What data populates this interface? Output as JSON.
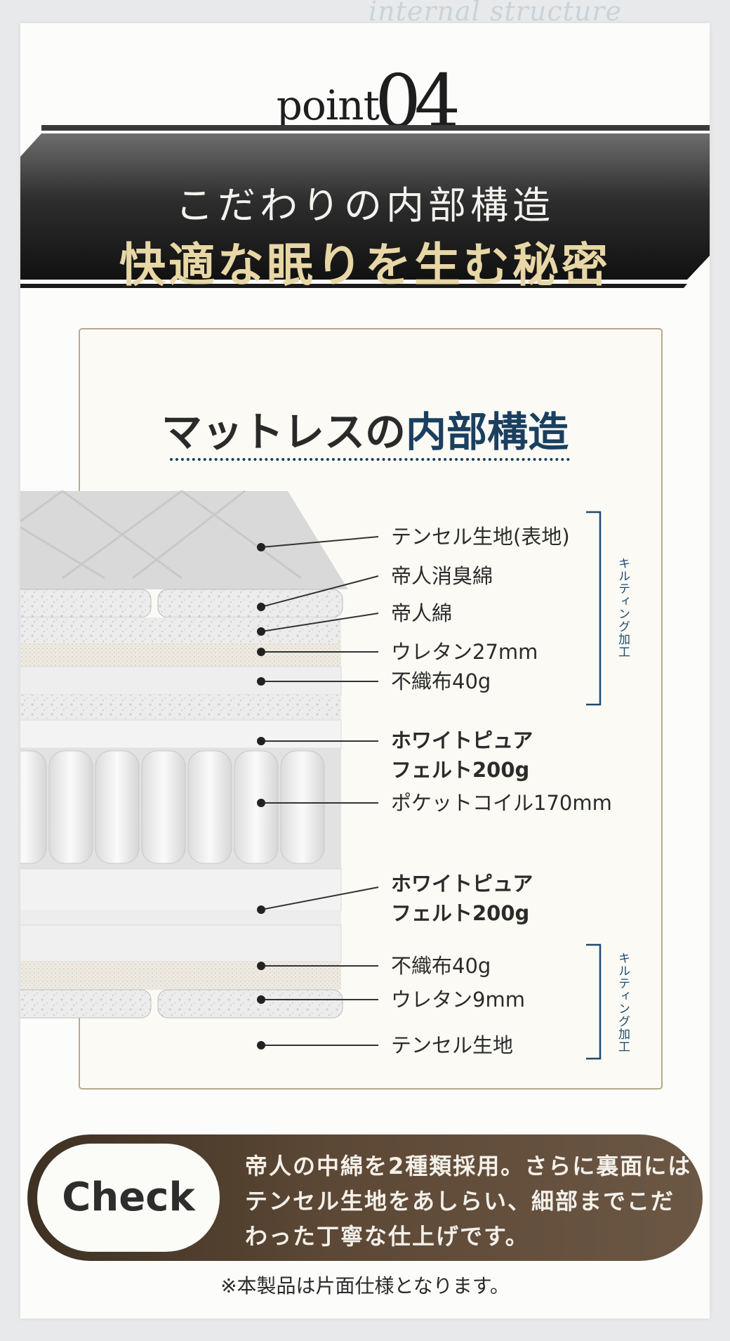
{
  "watermark": "internal structure",
  "point": {
    "word": "point",
    "number": "04"
  },
  "banner": {
    "line1": "こだわりの内部構造",
    "line2": "快適な眠りを生む秘密"
  },
  "panel_title": {
    "main": "マットレスの",
    "accent": "内部構造"
  },
  "layers": [
    "テンセル生地(表地)",
    "帝人消臭綿",
    "帝人綿",
    "ウレタン27mm",
    "不織布40g",
    "ホワイトピュア",
    "フェルト200g",
    "ポケットコイル170mm",
    "ホワイトピュア",
    "フェルト200g",
    "不織布40g",
    "ウレタン9mm",
    "テンセル生地"
  ],
  "quilting_label": "キルティング加工",
  "check": {
    "badge": "Check",
    "text": "帝人の中綿を2種類採用。さらに裏面にはテンセル生地をあしらい、細部までこだわった丁寧な仕上げです。"
  },
  "note": "※本製品は片面仕様となります。",
  "colors": {
    "accent_navy": "#1b3f5f",
    "gold": "#e8d7a6",
    "check_brown": "#5c4835"
  }
}
